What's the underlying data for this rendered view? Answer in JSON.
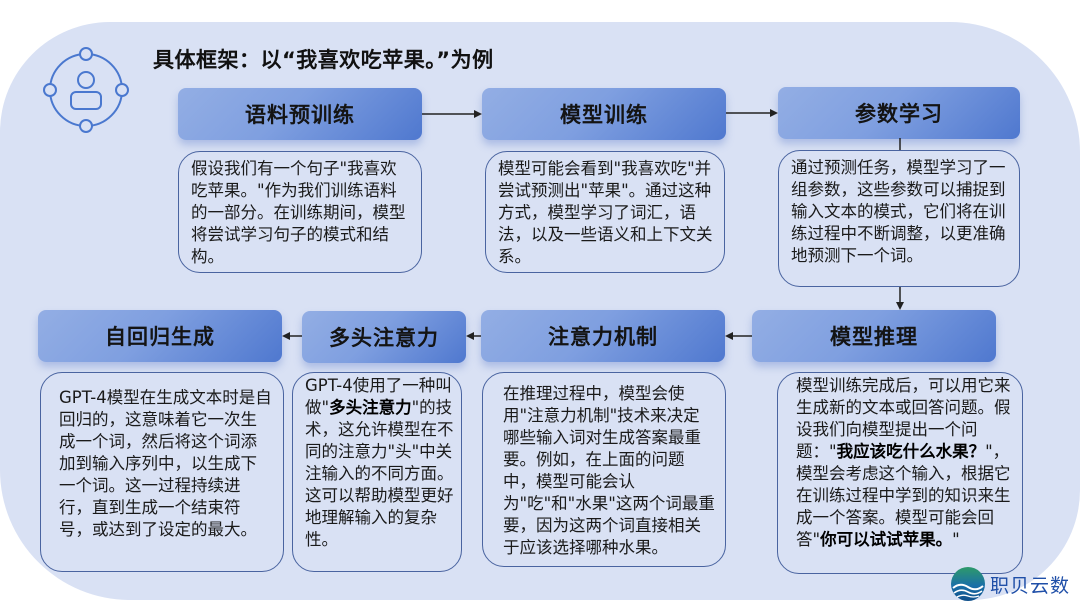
{
  "title": "具体框架：以“我喜欢吃苹果。”为例",
  "colors": {
    "panel_bg": "#d9e1f4",
    "header_gradient_start": "#93aee4",
    "header_gradient_end": "#4f78cf",
    "card_border": "#4a64a0",
    "icon_stroke": "#4a78cf"
  },
  "icons": {
    "hub": "network-person-icon",
    "logo": "wave-globe-logo-icon"
  },
  "steps": [
    {
      "label": "语料预训练",
      "desc": "假设我们有一个句子\"我喜欢吃苹果。\"作为我们训练语料的一部分。在训练期间，模型将尝试学习句子的模式和结构。"
    },
    {
      "label": "模型训练",
      "desc": "模型可能会看到\"我喜欢吃\"并尝试预测出\"苹果\"。通过这种方式，模型学习了词汇，语法，以及一些语义和上下文关系。"
    },
    {
      "label": "参数学习",
      "desc": "通过预测任务，模型学习了一组参数，这些参数可以捕捉到输入文本的模式，它们将在训练过程中不断调整，以更准确地预测下一个词。"
    },
    {
      "label": "模型推理",
      "desc_parts": [
        "模型训练完成后，可以用它来生成新的文本或回答问题。假设我们向模型提出一个问题：\"",
        "我应该吃什么水果？",
        "\"，模型会考虑这个输入，根据它在训练过程中学到的知识来生成一个答案。模型可能会回答\"",
        "你可以试试苹果。",
        "\""
      ]
    },
    {
      "label": "注意力机制",
      "desc": "在推理过程中，模型会使用\"注意力机制\"技术来决定哪些输入词对生成答案最重要。例如，在上面的问题中，模型可能会认为\"吃\"和\"水果\"这两个词最重要，因为这两个词直接相关于应该选择哪种水果。"
    },
    {
      "label": "多头注意力",
      "desc_parts": [
        "GPT-4使用了一种叫做\"",
        "多头注意力",
        "\"的技术，这允许模型在不同的注意力\"头\"中关注输入的不同方面。这可以帮助模型更好地理解输入的复杂性。"
      ]
    },
    {
      "label": "自回归生成",
      "desc": "GPT-4模型在生成文本时是自回归的，这意味着它一次生成一个词，然后将这个词添加到输入序列中，以生成下一个词。这一过程持续进行，直到生成一个结束符号，或达到了设定的最大。"
    }
  ],
  "logo": {
    "text": "职贝云数"
  }
}
